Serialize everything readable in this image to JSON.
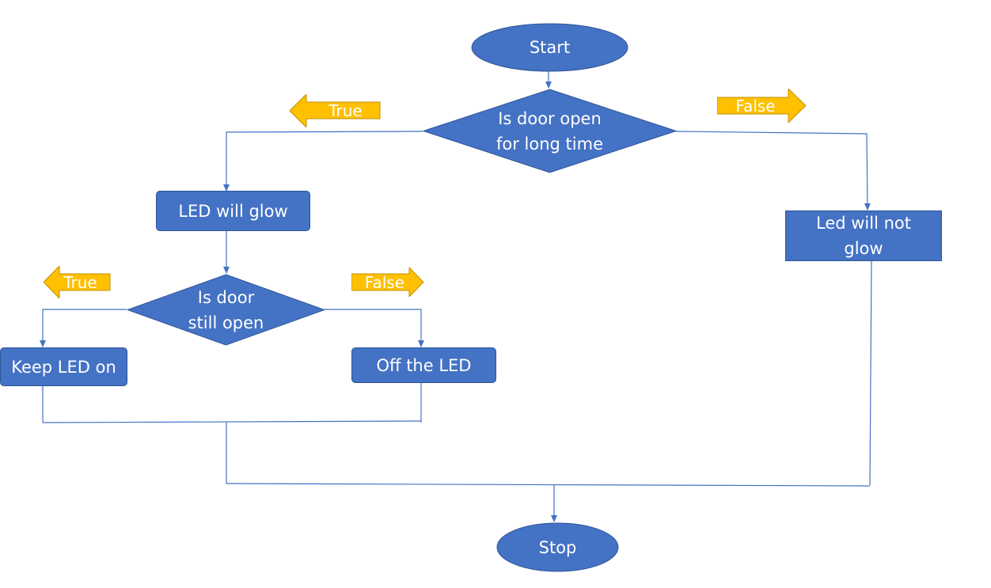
{
  "colors": {
    "node_fill": "#4472c4",
    "node_stroke": "#2f5597",
    "line": "#4472c4",
    "tag_fill": "#ffc000",
    "tag_stroke": "#bf9000",
    "text": "#ffffff"
  },
  "nodes": {
    "start": "Start",
    "decision_open_long": "Is door open\nfor long time",
    "led_glow": "LED will glow",
    "led_not_glow": "Led will not\nglow",
    "decision_still_open": "Is door\nstill open",
    "keep_led_on": "Keep LED on",
    "off_led": "Off the LED",
    "stop": "Stop"
  },
  "tags": {
    "true_top": "True",
    "false_top": "False",
    "true_mid": "True",
    "false_mid": "False"
  }
}
